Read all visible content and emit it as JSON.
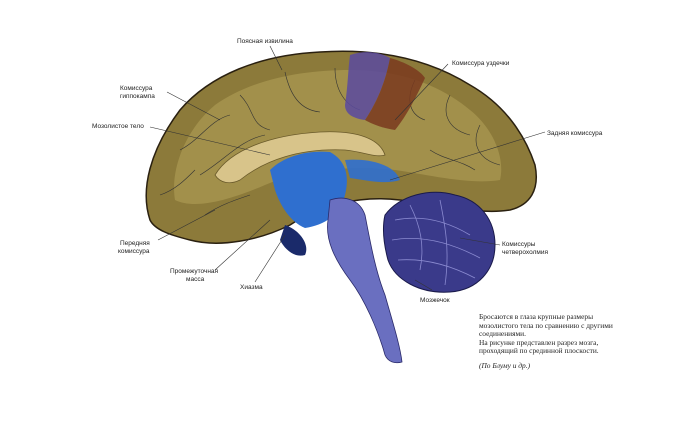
{
  "figure": {
    "labels": {
      "cingulate_gyrus": "Поясная извилина",
      "habenular_commissure": "Комиссура уздечки",
      "hippocampal_commissure_l1": "Комиссура",
      "hippocampal_commissure_l2": "гиппокампа",
      "corpus_callosum": "Мозолистое тело",
      "posterior_commissure": "Задняя комиссура",
      "anterior_commissure_l1": "Передняя",
      "anterior_commissure_l2": "комиссура",
      "intermediate_mass_l1": "Промежуточная",
      "intermediate_mass_l2": "масса",
      "chiasm": "Хиазма",
      "quadrigeminal_commissures_l1": "Комиссуры",
      "quadrigeminal_commissures_l2": "четверохолмия",
      "cerebellum": "Мозжечок"
    },
    "caption": {
      "line1": "Бросаются в глаза крупные размеры",
      "line2": "мозолистого тела по сравнению с другими",
      "line3": "соединениями.",
      "line4": "На рисунке представлен разрез мозга,",
      "line5": "проходящий по срединной плоскости."
    },
    "credit": "(По Блуму и др.)"
  },
  "colors": {
    "cortex": "#8c7a3a",
    "cortex_light": "#b5a25a",
    "sulci": "#2a2010",
    "callosum": "#d8c48a",
    "ventricle_blue": "#2f6fcf",
    "brainstem": "#6a6fc0",
    "cerebellum": "#3a3a8a",
    "cingulate_purple": "#5a4aa0",
    "habenula_brown": "#7a3a1f"
  }
}
